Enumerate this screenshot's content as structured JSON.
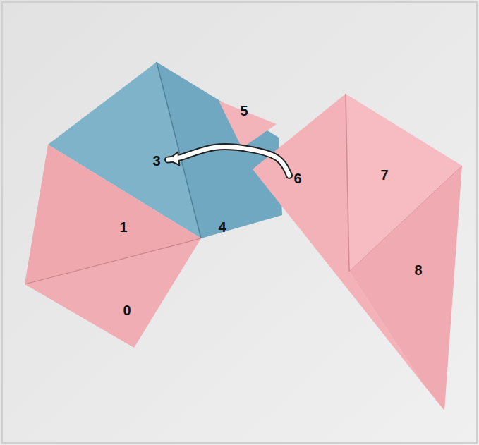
{
  "diagram": {
    "nodes": [
      {
        "text": [
          "0"
        ]
      },
      {
        "text": [
          "1"
        ]
      },
      {
        "text": [
          "3"
        ]
      },
      {
        "text": [
          "4"
        ]
      },
      {
        "text": [
          "5"
        ]
      },
      {
        "text": [
          "6"
        ]
      },
      {
        "text": [
          "7"
        ]
      },
      {
        "text": [
          "8"
        ]
      }
    ],
    "edges": [
      {
        "from": 5,
        "to": 2,
        "arrow": "to"
      }
    ]
  }
}
